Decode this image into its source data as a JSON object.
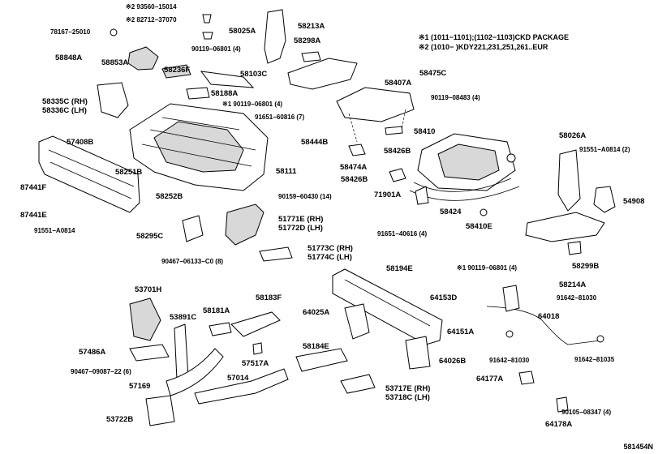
{
  "notes": [
    "※1 (1011−1101);(1102−1103)CKD PACKAGE",
    "※2 (1010−        )KDY221,231,251,261..EUR"
  ],
  "diagram_id": "581454N",
  "labels": {
    "l01": "※2 93560−15014",
    "l02": "※2 82712−37070",
    "l03": "78167−25010",
    "l04": "58025A",
    "l05": "58213A",
    "l06": "58298A",
    "l07": "58848A",
    "l08": "58853A",
    "l09": "90119−06801 (4)",
    "l10": "58236F",
    "l11": "58103C",
    "l12": "58188A",
    "l13": "58335C (RH)",
    "l14": "58336C (LH)",
    "l15": "※1 90119−06801 (4)",
    "l16": "91651−60816 (7)",
    "l17": "58407A",
    "l18": "58475C",
    "l19": "90119−08483 (4)",
    "l20": "57408B",
    "l21": "58251B",
    "l22": "58111",
    "l23": "58444B",
    "l24": "58426B",
    "l25": "58410",
    "l26": "58026A",
    "l27": "91551−A0814 (2)",
    "l28": "87441F",
    "l29": "58474A",
    "l30": "58426B",
    "l31": "58252B",
    "l32": "90159−60430 (14)",
    "l33": "71901A",
    "l34": "54908",
    "l35": "87441E",
    "l36": "51771E (RH)",
    "l37": "51772D (LH)",
    "l38": "58424",
    "l39": "91551−A0814",
    "l40": "58295C",
    "l41": "91651−40616 (4)",
    "l42": "58410E",
    "l43": "51773C (RH)",
    "l44": "51774C (LH)",
    "l45": "90467−06133−C0 (8)",
    "l46": "58194E",
    "l47": "※1 90119−06801 (4)",
    "l48": "58299B",
    "l49": "58214A",
    "l50": "53701H",
    "l51": "58183F",
    "l52": "58181A",
    "l53": "53891C",
    "l54": "64153D",
    "l55": "91642−81030",
    "l56": "64025A",
    "l57": "64018",
    "l58": "57486A",
    "l59": "64151A",
    "l60": "57517A",
    "l61": "58184E",
    "l62": "64026B",
    "l63": "91642−81030",
    "l64": "91642−81035",
    "l65": "90467−09087−22 (6)",
    "l66": "57169",
    "l67": "57014",
    "l68": "64177A",
    "l69": "53717E (RH)",
    "l70": "53718C (LH)",
    "l71": "90105−08347 (4)",
    "l72": "53722B",
    "l73": "64178A"
  }
}
